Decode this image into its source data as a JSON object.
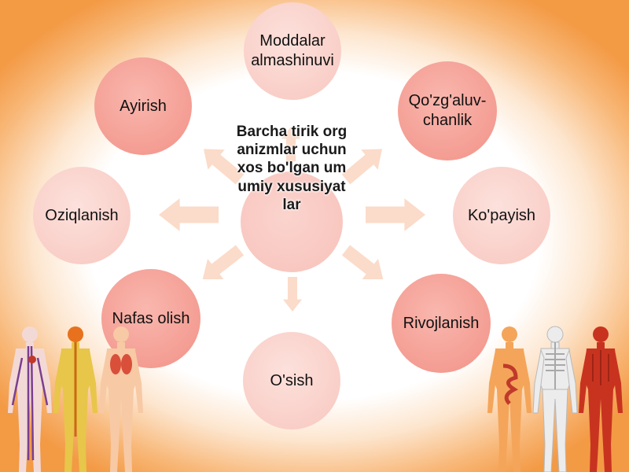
{
  "diagram": {
    "center_label": "Barcha tirik organizmlar uchun xos bo'lgan umumiy xususiyatlar",
    "nodes": [
      {
        "id": "moddalar",
        "label_line1": "Moddalar",
        "label_line2": "almashinuvi",
        "shade": "light"
      },
      {
        "id": "qozgaluv",
        "label_line1": "Qo'zg'aluv-",
        "label_line2": "chanlik",
        "shade": "dark"
      },
      {
        "id": "kopayish",
        "label_line1": "Ko'payish",
        "label_line2": "",
        "shade": "light"
      },
      {
        "id": "rivojlanish",
        "label_line1": "Rivojlanish",
        "label_line2": "",
        "shade": "dark"
      },
      {
        "id": "osish",
        "label_line1": "O'sish",
        "label_line2": "",
        "shade": "light"
      },
      {
        "id": "nafas",
        "label_line1": "Nafas olish",
        "label_line2": "",
        "shade": "dark"
      },
      {
        "id": "oziqlanish",
        "label_line1": "Oziqlanish",
        "label_line2": "",
        "shade": "light"
      },
      {
        "id": "ayirish",
        "label_line1": "Ayirish",
        "label_line2": "",
        "shade": "dark"
      }
    ],
    "colors": {
      "node_dark": "#f49d93",
      "node_light": "#f9cfc8",
      "arrow": "#fbd9c6",
      "border_orange": "#f39a45"
    },
    "decorations": [
      "circulatory-system-figure",
      "nervous-system-figure",
      "respiratory-system-figure",
      "digestive-system-figure",
      "skeletal-system-figure",
      "muscular-system-figure"
    ]
  }
}
